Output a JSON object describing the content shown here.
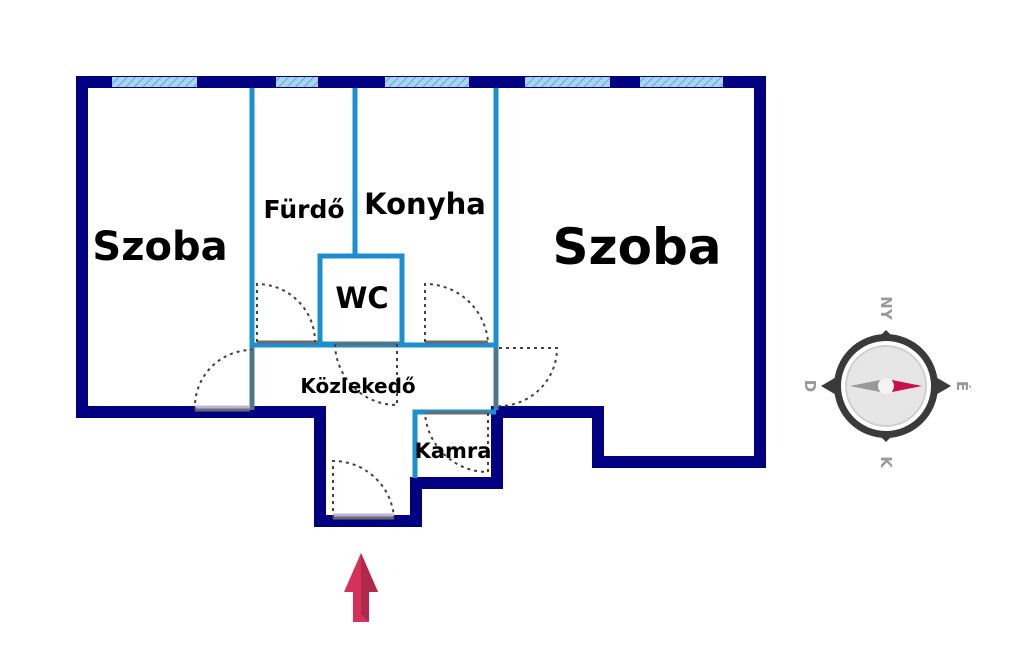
{
  "rooms": {
    "szoba_left": "Szoba",
    "furdo": "Fürdő",
    "konyha": "Konyha",
    "wc": "WC",
    "szoba_right": "Szoba",
    "kozlekedo": "Közlekedő",
    "kamra": "Kamra"
  },
  "compass": {
    "north": "NY",
    "east": "É",
    "south": "K",
    "west": "D"
  },
  "colors": {
    "outer_wall": "#000080",
    "inner_wall": "#1b8fcf",
    "entrance_arrow": "#d4325a",
    "compass_needle": "#c8104a"
  }
}
